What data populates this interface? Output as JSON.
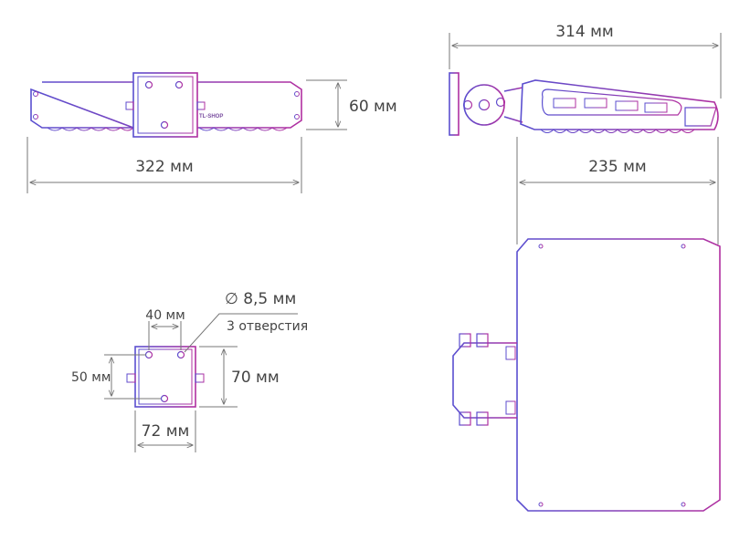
{
  "colors": {
    "outline_start": "#5a4fd0",
    "outline_end": "#b02fa0",
    "dimension": "#777777",
    "text": "#444444"
  },
  "front_view": {
    "width_label": "322 мм",
    "height_label": "60 мм",
    "brand": "TL-SHOP"
  },
  "side_view": {
    "overall_label": "314 мм",
    "body_label": "235 мм"
  },
  "mount_plate": {
    "spacing_label": "40 мм",
    "hole_label": "∅ 8,5 мм",
    "holes_note": "3 отверстия",
    "hole_span_label": "50 мм",
    "plate_height_label": "70 мм",
    "plate_width_label": "72 мм"
  }
}
